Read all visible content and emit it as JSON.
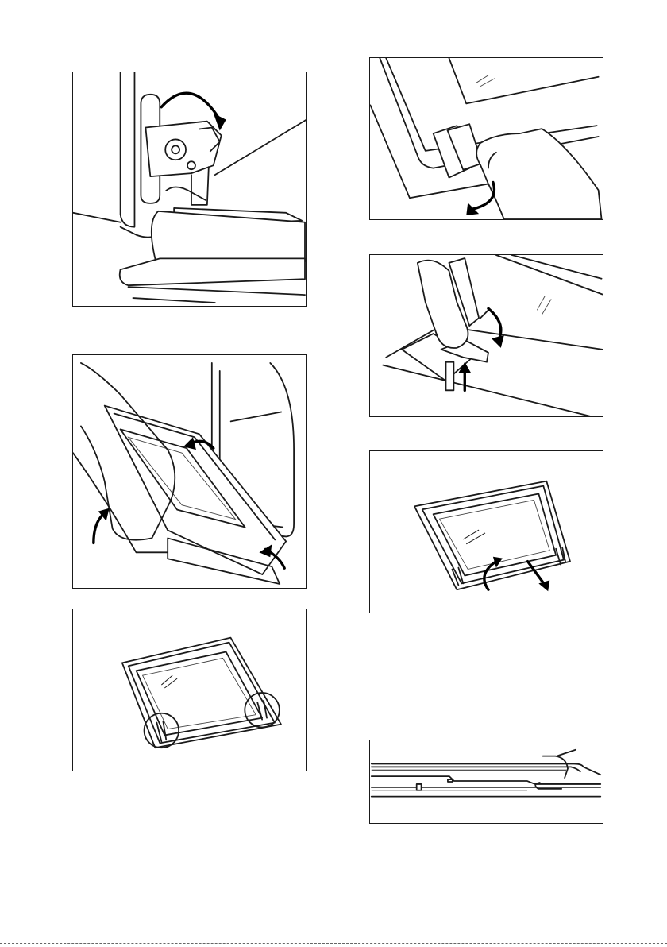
{
  "page": {
    "figures": [
      {
        "id": "fig-hinge-lock",
        "icon": "hinge-rotate-icon"
      },
      {
        "id": "fig-door-lift",
        "icon": "door-lift-icon"
      },
      {
        "id": "fig-door-flat-hinges",
        "icon": "magnifier-circle-icon"
      },
      {
        "id": "fig-glass-clip-release",
        "icon": "clip-rotate-icon"
      },
      {
        "id": "fig-glass-clip-lift",
        "icon": "clip-lift-icon"
      },
      {
        "id": "fig-glass-removal",
        "icon": "glass-slide-out-icon"
      },
      {
        "id": "fig-glass-seat-detail",
        "icon": "profile-detail-icon"
      }
    ],
    "colors": {
      "line": "#1a1a1a",
      "background": "#ffffff"
    }
  }
}
